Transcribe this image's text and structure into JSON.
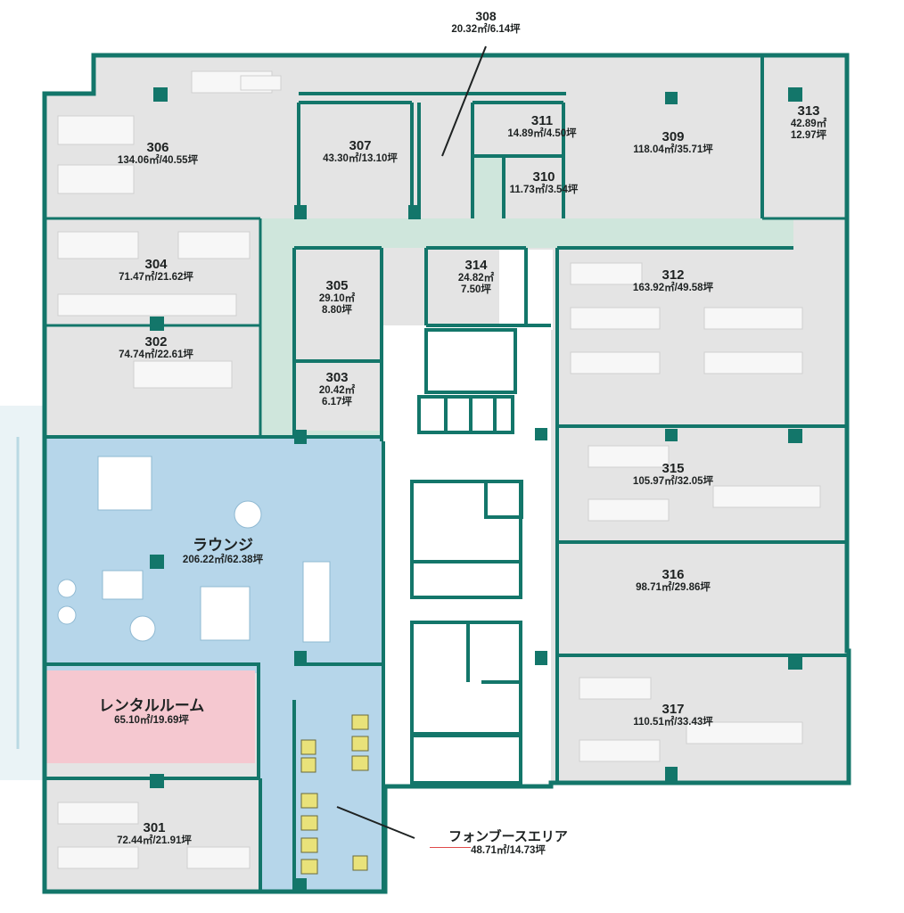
{
  "colors": {
    "wall": "#13766a",
    "office": "#e4e4e4",
    "corridor": "#cfe6dc",
    "lounge": "#b6d6ea",
    "rental": "#f5c8d0",
    "core": "#ffffff",
    "phone_booth": "#e9e27a"
  },
  "rooms": {
    "r301": {
      "number": "301",
      "area": "72.44㎡/21.91坪"
    },
    "r302": {
      "number": "302",
      "area": "74.74㎡/22.61坪"
    },
    "r303": {
      "number": "303",
      "area": "20.42㎡",
      "area2": "6.17坪"
    },
    "r304": {
      "number": "304",
      "area": "71.47㎡/21.62坪"
    },
    "r305": {
      "number": "305",
      "area": "29.10㎡",
      "area2": "8.80坪"
    },
    "r306": {
      "number": "306",
      "area": "134.06㎡/40.55坪"
    },
    "r307": {
      "number": "307",
      "area": "43.30㎡/13.10坪"
    },
    "r308": {
      "number": "308",
      "area": "20.32㎡/6.14坪"
    },
    "r309": {
      "number": "309",
      "area": "118.04㎡/35.71坪"
    },
    "r310": {
      "number": "310",
      "area": "11.73㎡/3.54坪"
    },
    "r311": {
      "number": "311",
      "area": "14.89㎡/4.50坪"
    },
    "r312": {
      "number": "312",
      "area": "163.92㎡/49.58坪"
    },
    "r313": {
      "number": "313",
      "area": "42.89㎡",
      "area2": "12.97坪"
    },
    "r314": {
      "number": "314",
      "area": "24.82㎡",
      "area2": "7.50坪"
    },
    "r315": {
      "number": "315",
      "area": "105.97㎡/32.05坪"
    },
    "r316": {
      "number": "316",
      "area": "98.71㎡/29.86坪"
    },
    "r317": {
      "number": "317",
      "area": "110.51㎡/33.43坪"
    },
    "lounge": {
      "name": "ラウンジ",
      "area": "206.22㎡/62.38坪"
    },
    "rental": {
      "name": "レンタルルーム",
      "area": "65.10㎡/19.69坪"
    },
    "phone": {
      "name": "フォンブースエリア",
      "area": "48.71㎡/14.73坪"
    }
  }
}
